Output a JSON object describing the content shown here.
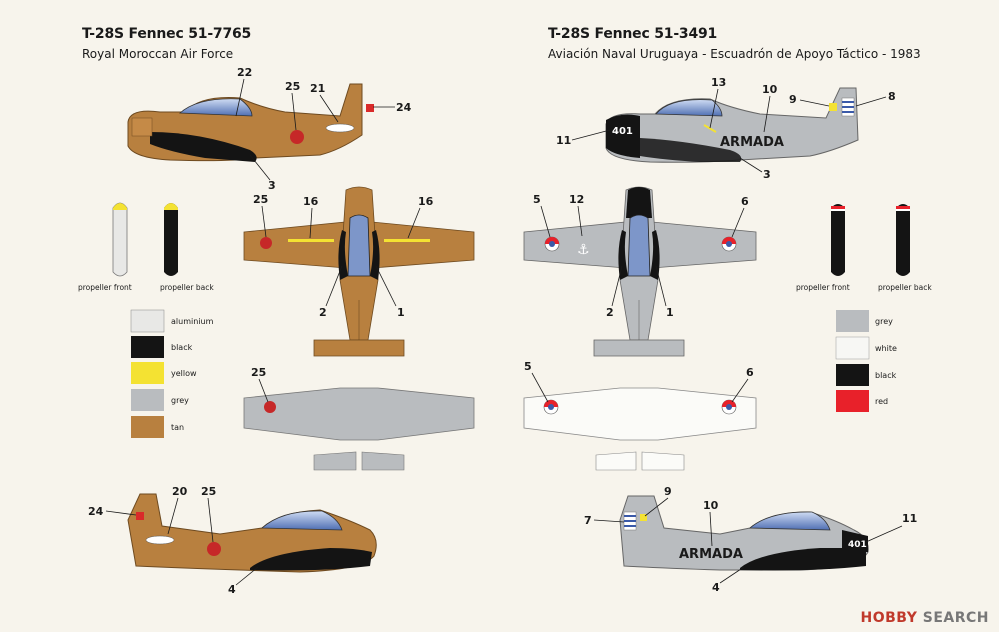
{
  "left": {
    "title": "T-28S Fennec 51-7765",
    "subtitle": "Royal Moroccan Air Force",
    "callouts": {
      "c22": "22",
      "c25a": "25",
      "c21": "21",
      "c24a": "24",
      "c3": "3",
      "c25b": "25",
      "c16a": "16",
      "c16b": "16",
      "c2": "2",
      "c1": "1",
      "c25c": "25",
      "c24b": "24",
      "c20": "20",
      "c25d": "25",
      "c4": "4"
    },
    "propeller_front_label": "propeller front",
    "propeller_back_label": "propeller back",
    "swatches": [
      {
        "label": "aluminium",
        "color": "#e8e8e6"
      },
      {
        "label": "black",
        "color": "#141414"
      },
      {
        "label": "yellow",
        "color": "#f4e232"
      },
      {
        "label": "grey",
        "color": "#b9bcbf"
      },
      {
        "label": "tan",
        "color": "#b8803f"
      }
    ]
  },
  "right": {
    "title": "T-28S Fennec 51-3491",
    "subtitle": "Aviación Naval Uruguaya - Escuadrón de Apoyo Táctico - 1983",
    "callouts": {
      "c13": "13",
      "c10a": "10",
      "c9a": "9",
      "c8": "8",
      "c11a": "11",
      "c3": "3",
      "c5a": "5",
      "c12": "12",
      "c6a": "6",
      "c2": "2",
      "c1": "1",
      "c5b": "5",
      "c6b": "6",
      "c7": "7",
      "c9b": "9",
      "c10b": "10",
      "c11b": "11",
      "c4": "4"
    },
    "nose_code": "401",
    "side_text": "ARMADA",
    "propeller_front_label": "propeller front",
    "propeller_back_label": "propeller back",
    "swatches": [
      {
        "label": "grey",
        "color": "#b9bcbf"
      },
      {
        "label": "white",
        "color": "#f7f7f4"
      },
      {
        "label": "black",
        "color": "#141414"
      },
      {
        "label": "red",
        "color": "#e8212a"
      }
    ]
  },
  "watermark": {
    "brand": "HOBBY",
    "suffix": "SEARCH"
  },
  "colors": {
    "tan": "#b8803f",
    "grey": "#b9bcbf",
    "black": "#141414",
    "canopy": "#7d96c9",
    "red": "#d92a2a"
  }
}
